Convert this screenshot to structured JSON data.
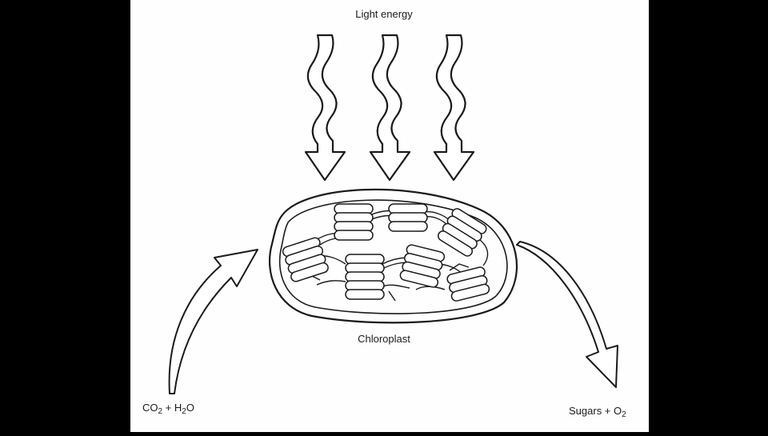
{
  "diagram": {
    "title": "Light energy",
    "organelle_label": "Chloroplast",
    "input": {
      "a": "CO",
      "a_sub": "2",
      "plus": " + ",
      "b": "H",
      "b_sub": "2",
      "b_tail": "O"
    },
    "output": {
      "a": "Sugars + O",
      "a_sub": "2"
    }
  },
  "colors": {
    "panel": "#fefefe",
    "stroke": "#1a1a1a",
    "background": "#000000"
  }
}
